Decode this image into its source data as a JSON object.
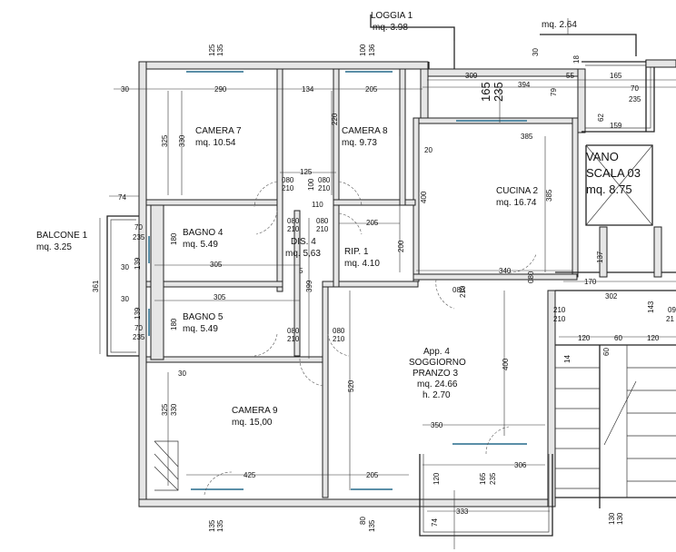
{
  "rooms": {
    "loggia": {
      "name": "LOGGIA 1",
      "area": "mq. 3.98"
    },
    "top_right_area": "mq. 2.64",
    "camera7": {
      "name": "CAMERA 7",
      "area": "mq. 10.54"
    },
    "camera8": {
      "name": "CAMERA 8",
      "area": "mq. 9.73"
    },
    "cucina": {
      "name": "CUCINA 2",
      "area": "mq. 16.74"
    },
    "vano": {
      "line1": "VANO",
      "line2": "SCALA 03",
      "area": "mq. 8.75"
    },
    "balcone": {
      "name": "BALCONE 1",
      "area": "mq. 3.25"
    },
    "bagno4": {
      "name": "BAGNO 4",
      "area": "mq. 5.49"
    },
    "dis": {
      "name": "DIS. 4",
      "area": "mq. 5,63"
    },
    "rip": {
      "name": "RIP. 1",
      "area": "mq. 4.10"
    },
    "bagno5": {
      "name": "BAGNO 5",
      "area": "mq. 5.49"
    },
    "soggiorno": {
      "line1": "App. 4",
      "line2": "SOGGIORNO",
      "line3": "PRANZO 3",
      "area": "mq. 24.66",
      "height": "h. 2.70"
    },
    "camera9": {
      "name": "CAMERA 9",
      "area": "mq. 15,00"
    }
  },
  "dims": {
    "d125a": "125",
    "d135a": "135",
    "d100": "100",
    "d136": "136",
    "d30top": "30",
    "d18": "18",
    "d30l": "30",
    "d290": "290",
    "d134": "134",
    "d205a": "205",
    "d309": "309",
    "d165a": "165",
    "d235a": "235",
    "d394": "394",
    "d55": "55",
    "d165b": "165",
    "d70a": "70",
    "d235b": "235",
    "d79": "79",
    "d62": "62",
    "d159": "159",
    "d325a": "325",
    "d330a": "330",
    "d220": "220",
    "d385": "385",
    "d20": "20",
    "d125b": "125",
    "d080a": "080",
    "d210a": "210",
    "d100b": "100",
    "d080b": "080",
    "d210b": "210",
    "d74a": "74",
    "d110": "110",
    "d400a": "400",
    "d385b": "385",
    "d70b": "70",
    "d235c": "235",
    "d180a": "180",
    "d080c": "080",
    "d210c": "210",
    "d080d": "080",
    "d210d": "210",
    "d205b": "205",
    "d200": "200",
    "d30b": "30",
    "d139a": "139",
    "d305a": "305",
    "d340": "340",
    "d137": "137",
    "d361": "361",
    "d5": "5",
    "d399": "399",
    "d170": "170",
    "d302": "302",
    "d30c": "30",
    "d139b": "139",
    "d305b": "305",
    "d080e": "080",
    "d210e": "210",
    "d080f": "080",
    "d210f": "210",
    "d70c": "70",
    "d235d": "235",
    "d180b": "180",
    "d080g": "080",
    "d210g": "210",
    "d080h": "080",
    "d210h": "210",
    "d120a": "120",
    "d60a": "60",
    "d60b": "60",
    "d120b": "120",
    "d143": "143",
    "d09": "09",
    "d21": "21",
    "d210i": "210",
    "d30d": "30",
    "d14": "14",
    "d325b": "325",
    "d330b": "330",
    "d520": "520",
    "d400b": "400",
    "d350": "350",
    "d306": "306",
    "d425": "425",
    "d205c": "205",
    "d120c": "120",
    "d165c": "165",
    "d235e": "235",
    "d74b": "74",
    "d333": "333",
    "d135b": "135",
    "d135c": "135",
    "d80": "80",
    "d135d": "135",
    "d130a": "130",
    "d130b": "130"
  }
}
